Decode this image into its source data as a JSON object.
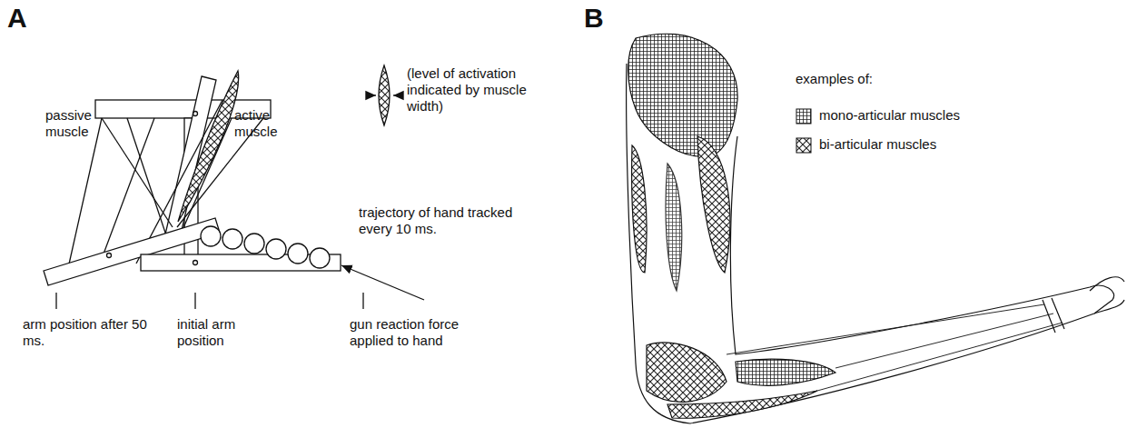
{
  "diagram": {
    "labels": [
      "A",
      "B",
      "passive muscle",
      "active muscle",
      "(level of activation indicated by muscle width)",
      "trajectory of hand tracked every 10 ms.",
      "arm position after 50 ms.",
      "initial arm position",
      "gun reaction force applied to hand",
      "examples of:"
    ],
    "legend": [
      {
        "text": "mono-articular muscles"
      },
      {
        "text": "bi-articular muscles"
      }
    ]
  }
}
